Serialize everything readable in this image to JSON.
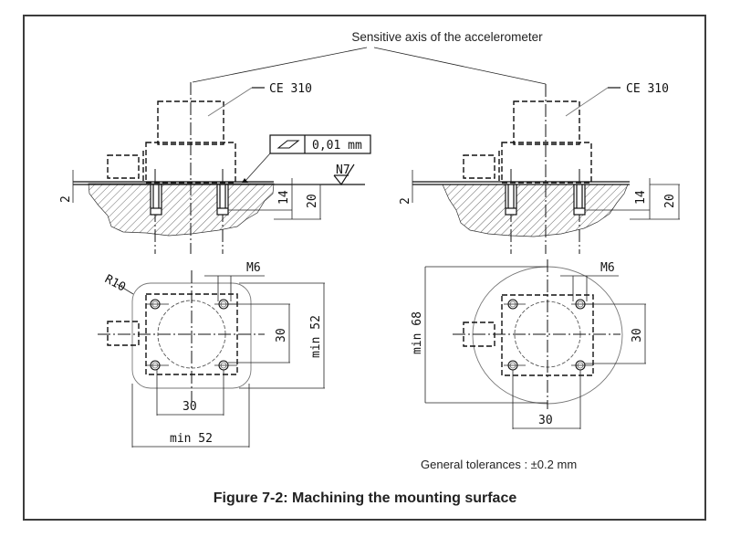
{
  "figure": {
    "caption": "Figure 7-2: Machining the mounting surface",
    "axis_label": "Sensitive axis of the accelerometer",
    "tolerance_note": "General tolerances : ±0.2 mm"
  },
  "left_view": {
    "component_label": "CE 310",
    "flatness_symbol": "flatness-parallelogram",
    "flatness_value": "0,01 mm",
    "roughness_label": "N7",
    "dim_recess": "2",
    "dim_thread_depth": "14",
    "dim_hole_depth": "20",
    "plan": {
      "corner_radius": "R10",
      "thread": "M6",
      "hole_spacing_v": "30",
      "hole_spacing_h": "30",
      "min_height": "min 52",
      "min_width": "min 52"
    }
  },
  "right_view": {
    "component_label": "CE 310",
    "dim_recess": "2",
    "dim_thread_depth": "14",
    "dim_hole_depth": "20",
    "plan": {
      "thread": "M6",
      "hole_spacing_v": "30",
      "hole_spacing_h": "30",
      "min_diameter": "min 68"
    }
  }
}
